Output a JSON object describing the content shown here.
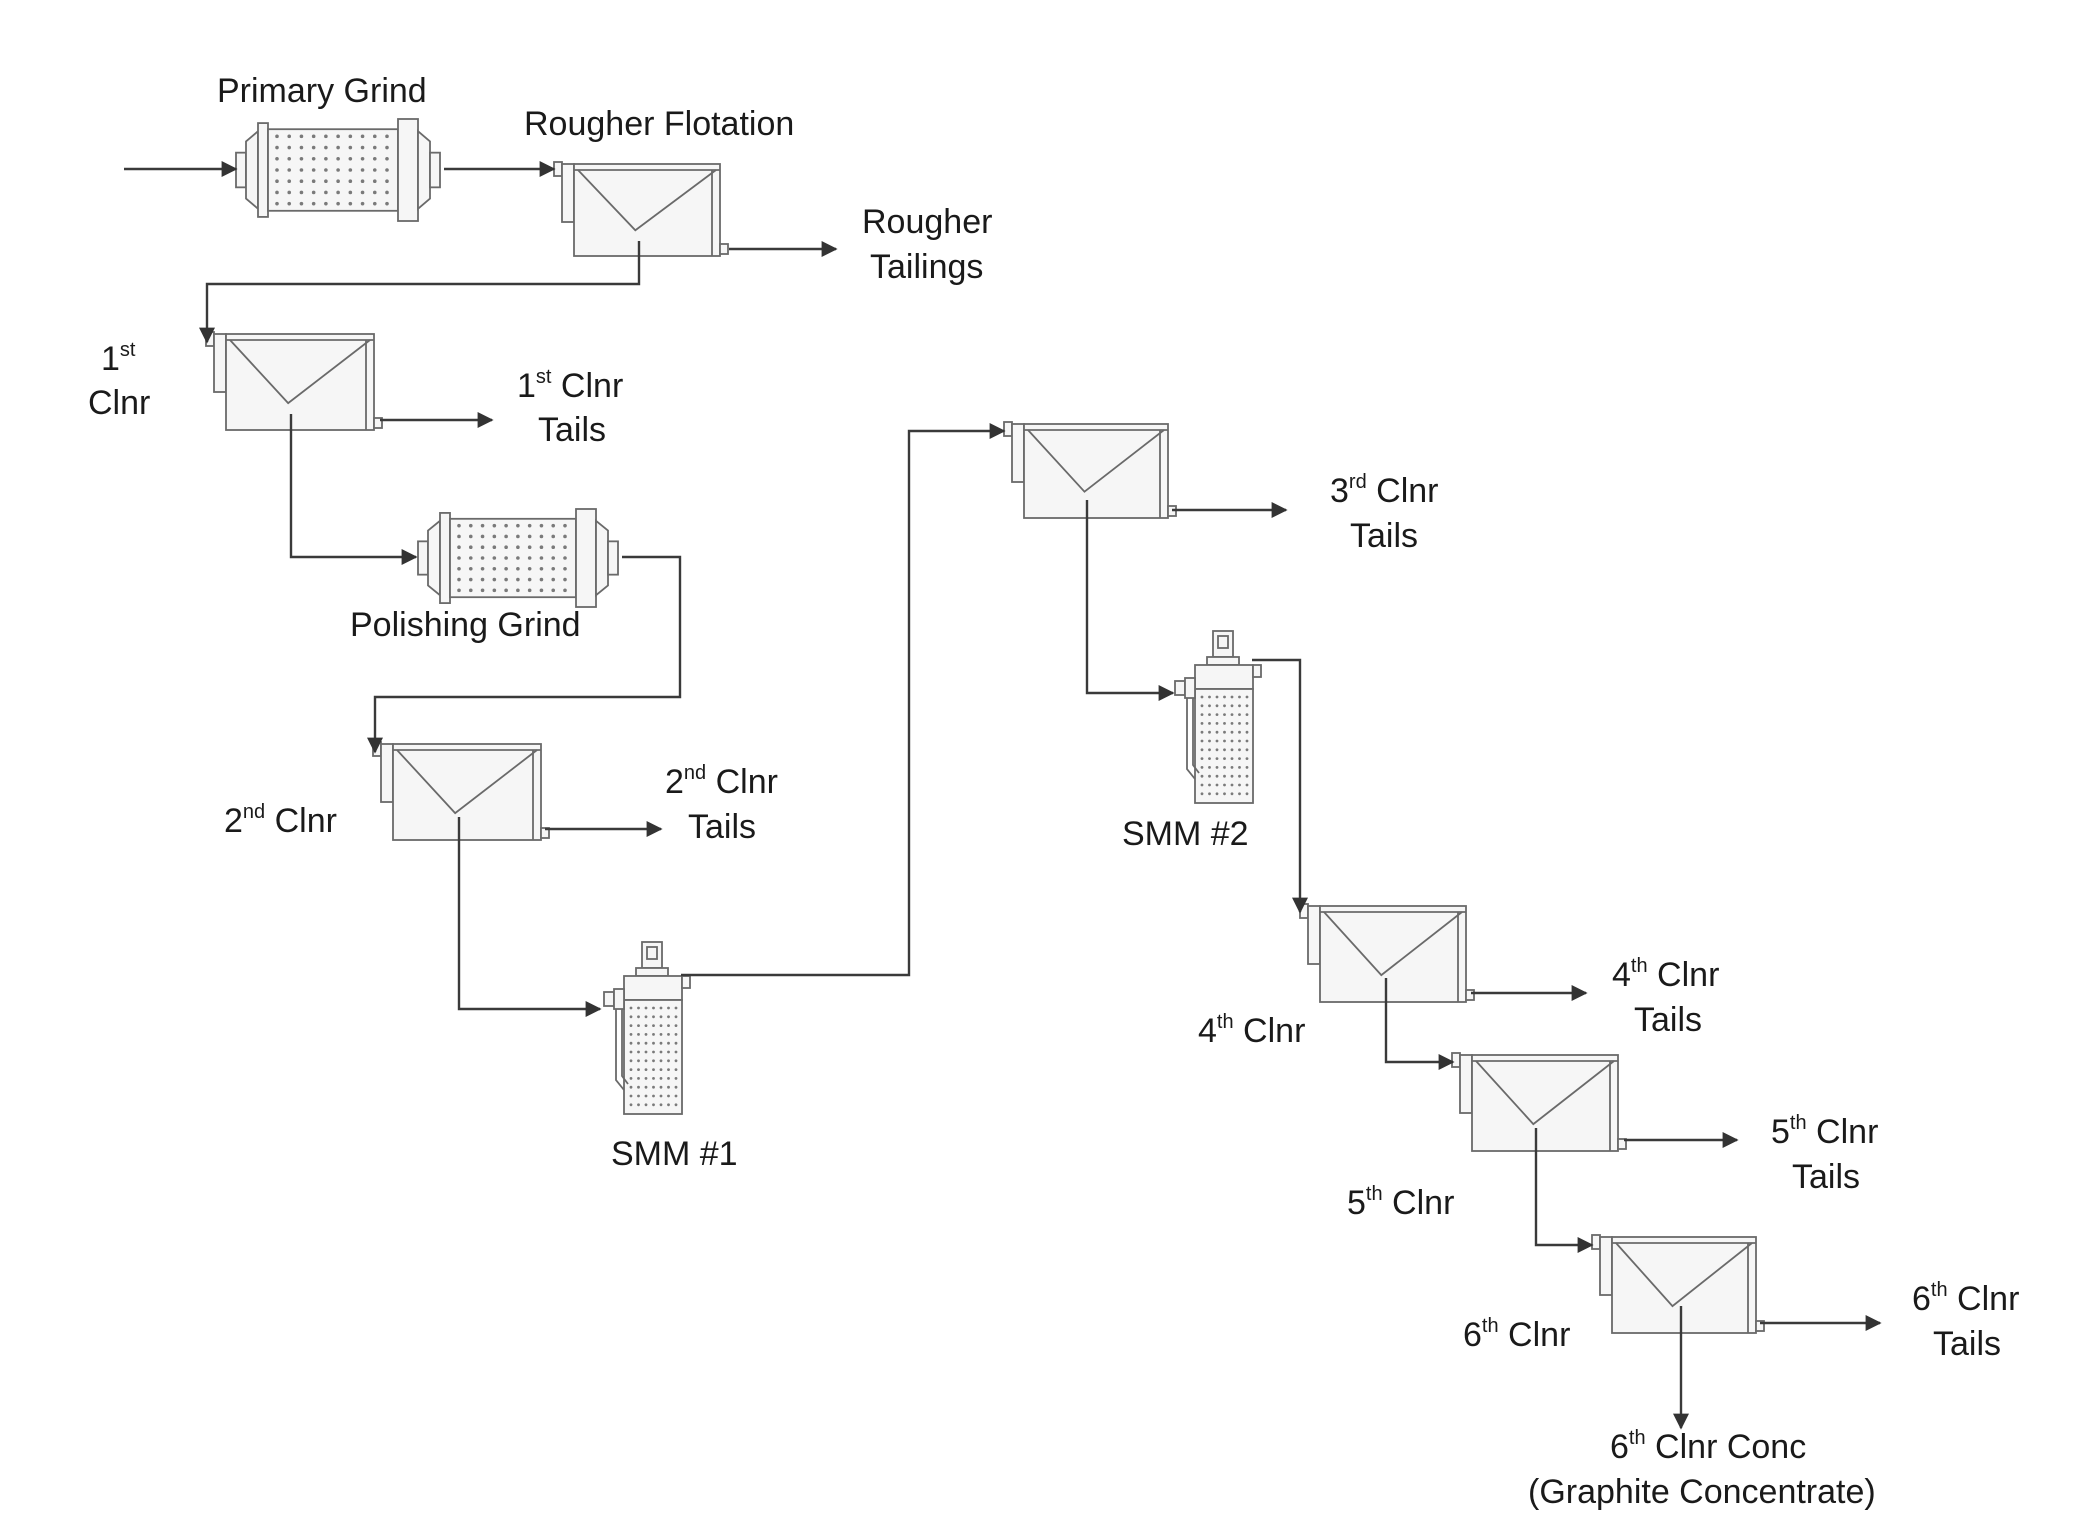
{
  "labels": {
    "primary_grind": "Primary Grind",
    "rougher_flotation": "Rougher Flotation",
    "rougher_tailings_1": "Rougher",
    "rougher_tailings_2": "Tailings",
    "clnr1_num": "1",
    "clnr1_sup": "st",
    "clnr1_word": "Clnr",
    "clnr1_tails_num": "1",
    "clnr1_tails_sup": "st",
    "clnr1_tails_word": " Clnr",
    "clnr1_tails_2": "Tails",
    "polishing_grind": "Polishing Grind",
    "clnr2_num": "2",
    "clnr2_sup": "nd",
    "clnr2_word": " Clnr",
    "clnr2_tails_num": "2",
    "clnr2_tails_sup": "nd",
    "clnr2_tails_word": " Clnr",
    "clnr2_tails_2": "Tails",
    "smm1": "SMM #1",
    "clnr3_tails_num": "3",
    "clnr3_tails_sup": "rd",
    "clnr3_tails_word": " Clnr",
    "clnr3_tails_2": "Tails",
    "smm2": "SMM #2",
    "clnr4_num": "4",
    "clnr4_sup": "th",
    "clnr4_word": " Clnr",
    "clnr4_tails_num": "4",
    "clnr4_tails_sup": "th",
    "clnr4_tails_word": " Clnr",
    "clnr4_tails_2": "Tails",
    "clnr5_num": "5",
    "clnr5_sup": "th",
    "clnr5_word": " Clnr",
    "clnr5_tails_num": "5",
    "clnr5_tails_sup": "th",
    "clnr5_tails_word": " Clnr",
    "clnr5_tails_2": "Tails",
    "clnr6_num": "6",
    "clnr6_sup": "th",
    "clnr6_word": " Clnr",
    "clnr6_tails_num": "6",
    "clnr6_tails_sup": "th",
    "clnr6_tails_word": " Clnr",
    "clnr6_tails_2": "Tails",
    "conc_num": "6",
    "conc_sup": "th",
    "conc_word": " Clnr Conc",
    "conc_2": "(Graphite Concentrate)"
  }
}
